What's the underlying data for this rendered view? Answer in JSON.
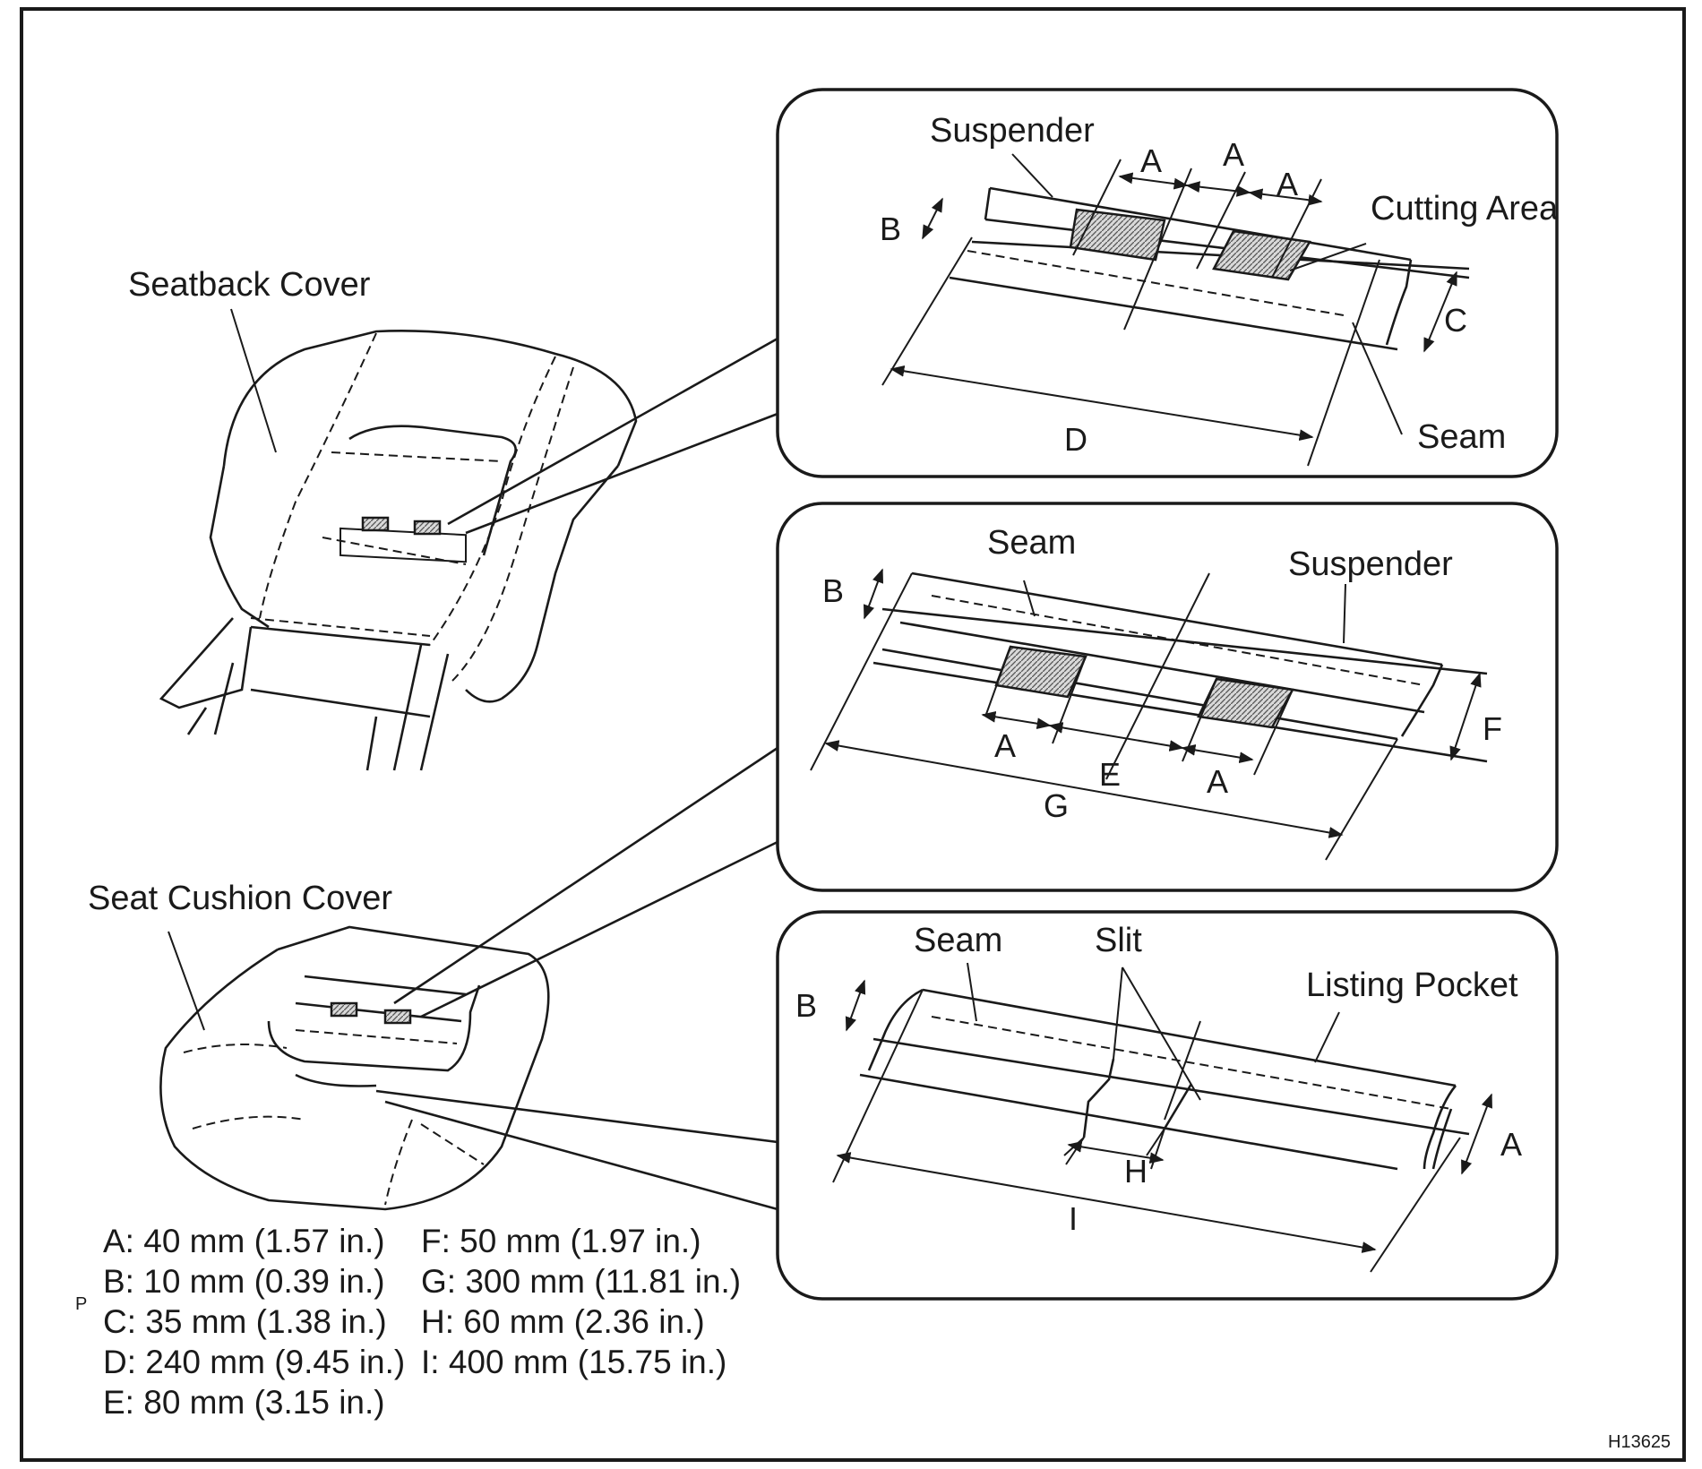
{
  "labels": {
    "seatback_cover": "Seatback Cover",
    "seat_cushion_cover": "Seat Cushion Cover",
    "suspender": "Suspender",
    "cutting_area": "Cutting Area",
    "seam": "Seam",
    "slit": "Slit",
    "listing_pocket": "Listing Pocket"
  },
  "dim_letters": {
    "a": "A",
    "b": "B",
    "c": "C",
    "d": "D",
    "e": "E",
    "f": "F",
    "g": "G",
    "h": "H",
    "i": "I"
  },
  "specs": {
    "a": "A: 40 mm (1.57 in.)",
    "b": "B: 10 mm (0.39 in.)",
    "c": "C: 35 mm (1.38 in.)",
    "d": "D: 240 mm (9.45 in.)",
    "e": "E: 80 mm (3.15 in.)",
    "f": "F: 50 mm (1.97 in.)",
    "g": "G: 300 mm (11.81 in.)",
    "h": "H: 60 mm (2.36 in.)",
    "i": "I: 400 mm (15.75 in.)"
  },
  "margin_mark": "P",
  "figure_code": "H13625"
}
